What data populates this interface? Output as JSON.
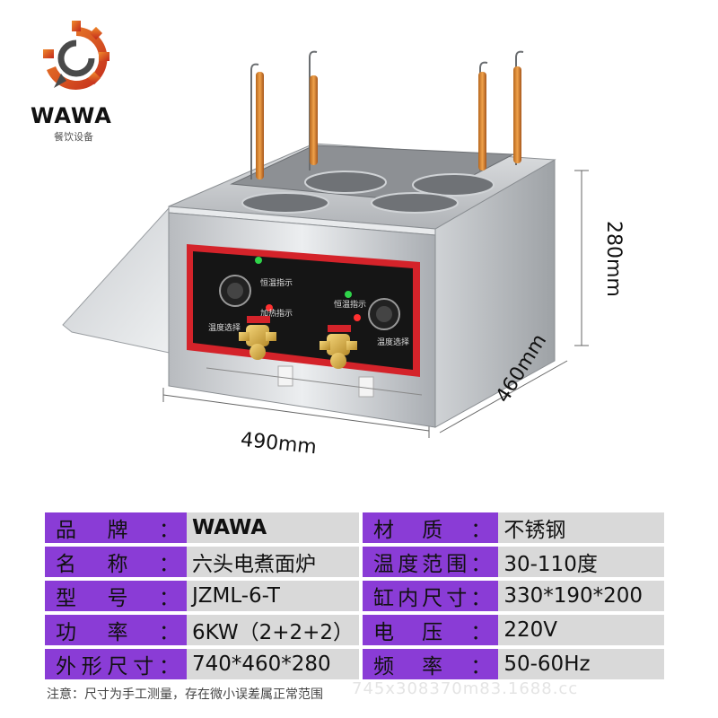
{
  "logo": {
    "brand": "WAWA",
    "subtitle": "餐饮设备"
  },
  "dimensions": {
    "width": "490mm",
    "depth": "460mm",
    "height": "280mm"
  },
  "panel": {
    "left_label_top": "恒温指示",
    "left_label_bottom": "温度选择",
    "right_label_top": "恒温指示",
    "right_label_bottom": "温度选择",
    "mid_label": "加热指示"
  },
  "specs": [
    {
      "label1": "品牌：",
      "value1": "WAWA",
      "label2": "材质：",
      "value2": "不锈钢"
    },
    {
      "label1": "名称：",
      "value1": "六头电煮面炉",
      "label2": "温度范围：",
      "value2": "30-110度"
    },
    {
      "label1": "型号：",
      "value1": "JZML-6-T",
      "label2": "缸内尺寸：",
      "value2": "330*190*200"
    },
    {
      "label1": "功率：",
      "value1": "6KW（2+2+2）",
      "label2": "电压：",
      "value2": "220V"
    },
    {
      "label1": "外形尺寸：",
      "value1": "740*460*280",
      "label2": "频率：",
      "value2": "50-60Hz"
    }
  ],
  "note": "注意：尺寸为手工测量，存在微小误差属正常范围",
  "watermark": "745x308370m83.1688.cc",
  "colors": {
    "label_bg": "#8a3cd6",
    "value_bg": "#d9d9d9",
    "panel_red": "#d4232a"
  }
}
